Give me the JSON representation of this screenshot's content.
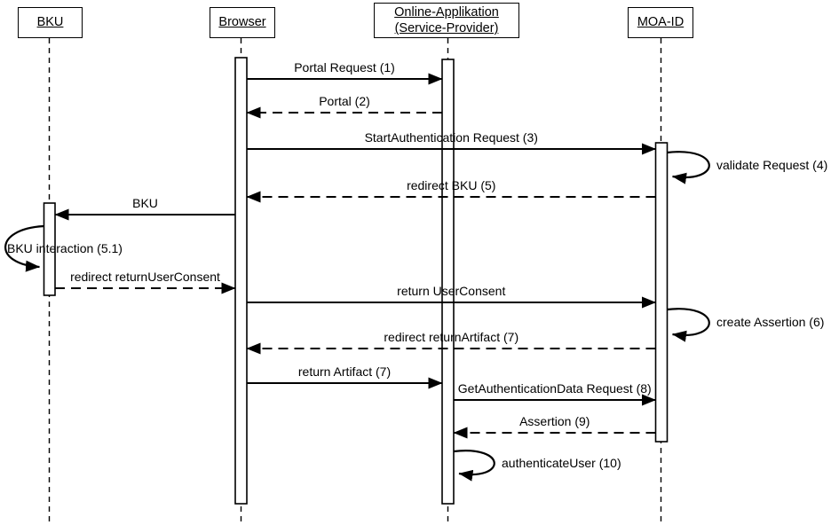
{
  "diagram": {
    "type": "uml-sequence",
    "colors": {
      "stroke": "#000000",
      "background": "#ffffff"
    },
    "actors": [
      {
        "id": "bku",
        "label": "BKU"
      },
      {
        "id": "browser",
        "label": "Browser"
      },
      {
        "id": "online_app",
        "label": "Online-Applikation (Service-Provider)"
      },
      {
        "id": "moa_id",
        "label": "MOA-ID"
      }
    ],
    "messages": [
      {
        "label": "Portal Request (1)",
        "from": "browser",
        "to": "online_app",
        "style": "solid"
      },
      {
        "label": "Portal (2)",
        "from": "online_app",
        "to": "browser",
        "style": "dashed"
      },
      {
        "label": "StartAuthentication Request (3)",
        "from": "browser",
        "to": "moa_id",
        "style": "solid"
      },
      {
        "label": "validate Request (4)",
        "actor": "moa_id",
        "style": "self"
      },
      {
        "label": "redirect BKU (5)",
        "from": "moa_id",
        "to": "browser",
        "style": "dashed"
      },
      {
        "label": "BKU",
        "from": "browser",
        "to": "bku",
        "style": "solid"
      },
      {
        "label": "BKU interaction (5.1)",
        "actor": "bku",
        "style": "self"
      },
      {
        "label": "redirect returnUserConsent",
        "from": "bku",
        "to": "browser",
        "style": "dashed"
      },
      {
        "label": "return UserConsent",
        "from": "browser",
        "to": "moa_id",
        "style": "solid"
      },
      {
        "label": "create Assertion (6)",
        "actor": "moa_id",
        "style": "self"
      },
      {
        "label": "redirect returnArtifact (7)",
        "from": "moa_id",
        "to": "browser",
        "style": "dashed"
      },
      {
        "label": "return Artifact (7)",
        "from": "browser",
        "to": "online_app",
        "style": "solid"
      },
      {
        "label": "GetAuthenticationData Request (8)",
        "from": "online_app",
        "to": "moa_id",
        "style": "solid"
      },
      {
        "label": "Assertion (9)",
        "from": "moa_id",
        "to": "online_app",
        "style": "dashed"
      },
      {
        "label": "authenticateUser (10)",
        "actor": "online_app",
        "style": "self"
      }
    ]
  }
}
